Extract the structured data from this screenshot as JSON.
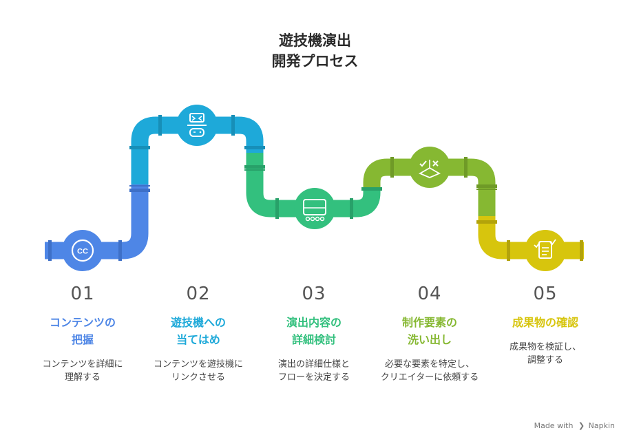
{
  "title": {
    "line1": "遊技機演出",
    "line2": "開発プロセス"
  },
  "steps": [
    {
      "number": "01",
      "title_line1": "コンテンツの",
      "title_line2": "把握",
      "desc_line1": "コンテンツを詳細に",
      "desc_line2": "理解する",
      "color": "#4e86e6",
      "icon": "closed-caption-icon"
    },
    {
      "number": "02",
      "title_line1": "遊技機への",
      "title_line2": "当てはめ",
      "desc_line1": "コンテンツを遊技機に",
      "desc_line2": "リンクさせる",
      "color": "#1ea9d9",
      "icon": "game-machine-icon"
    },
    {
      "number": "03",
      "title_line1": "演出内容の",
      "title_line2": "詳細検討",
      "desc_line1": "演出の詳細仕様と",
      "desc_line2": "フローを決定する",
      "color": "#33c07e",
      "icon": "control-panel-icon"
    },
    {
      "number": "04",
      "title_line1": "制作要素の",
      "title_line2": "洗い出し",
      "desc_line1": "必要な要素を特定し、",
      "desc_line2": "クリエイターに依頼する",
      "color": "#86b832",
      "icon": "check-cross-choice-icon"
    },
    {
      "number": "05",
      "title_line1": "成果物の確認",
      "title_line2": "",
      "desc_line1": "成果物を検証し、",
      "desc_line2": "調整する",
      "color": "#d7c50d",
      "icon": "checklist-icon"
    }
  ],
  "footer": {
    "prefix": "Made with",
    "brand": "Napkin"
  }
}
